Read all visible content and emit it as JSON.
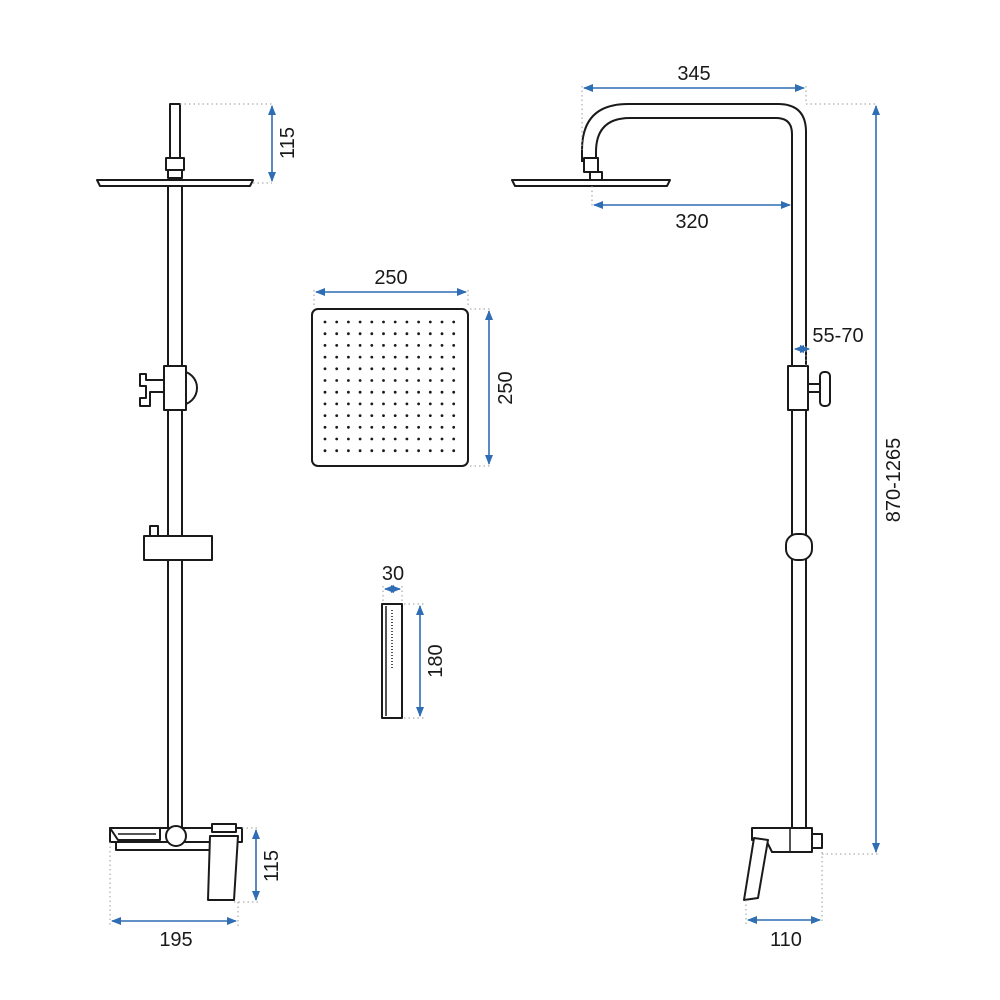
{
  "dimensions": {
    "front_riser_height": "115",
    "front_mixer_height": "115",
    "front_mixer_width": "195",
    "side_arm_length": "345",
    "side_head_reach": "320",
    "side_wall_offset": "55-70",
    "side_total_height": "870-1265",
    "side_mixer_depth": "110",
    "head_width": "250",
    "head_height": "250",
    "handshower_width": "30",
    "handshower_length": "180"
  },
  "colors": {
    "line": "#1a1a1a",
    "dimension": "#2f6db5",
    "extension": "#9a9a9a"
  },
  "showerhead_nozzles": {
    "rows": 12,
    "cols": 12
  }
}
